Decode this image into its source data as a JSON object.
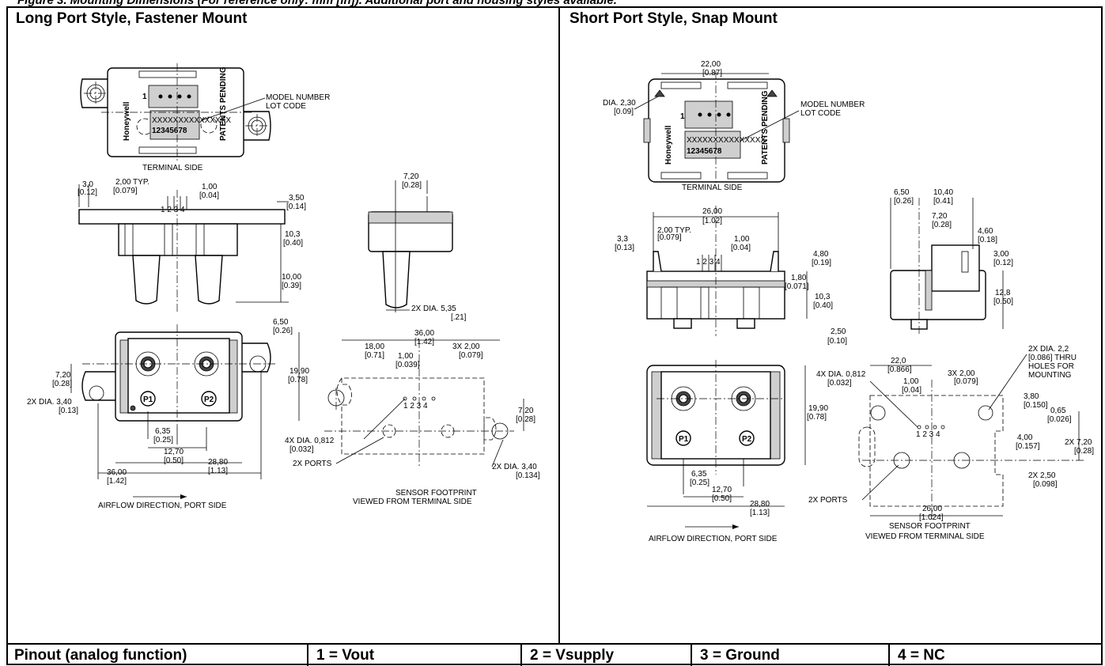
{
  "figure_caption": "Figure 3. Mounting Dimensions (For reference only: mm [in]). Additional port and housing styles available.",
  "left_panel": {
    "title": "Long Port Style, Fastener Mount",
    "labels": {
      "model_number": "MODEL NUMBER",
      "lot_code": "LOT CODE",
      "terminal_side": "TERMINAL SIDE",
      "airflow": "AIRFLOW DIRECTION, PORT SIDE",
      "footprint_1": "SENSOR FOOTPRINT",
      "footprint_2": "VIEWED FROM TERMINAL SIDE",
      "ports": "2X PORTS",
      "brand": "Honeywell",
      "patents": "PATENTS PENDING",
      "serial_x": "XXXXXXXXXXXXXXX",
      "serial_n": "12345678",
      "p1": "P1",
      "p2": "P2"
    },
    "dims": {
      "d3_0": "3,0",
      "d3_0_in": "[0.12]",
      "d2_00typ": "2,00 TYP.",
      "d2_00typ_in": "[0.079]",
      "d1_00": "1,00",
      "d1_00_in": "[0.04]",
      "d3_50": "3,50",
      "d3_50_in": "[0.14]",
      "d10_3": "10,3",
      "d10_3_in": "[0.40]",
      "d10_00": "10,00",
      "d10_00_in": "[0.39]",
      "d7_20top": "7,20",
      "d7_20top_in": "[0.28]",
      "d2xdia5_35": "2X DIA. 5,35",
      "d2xdia5_35_in": "[.21]",
      "d6_50": "6,50",
      "d6_50_in": "[0.26]",
      "d19_90": "19,90",
      "d19_90_in": "[0.78]",
      "d7_20": "7,20",
      "d7_20_in": "[0.28]",
      "d2xdia3_40": "2X DIA. 3,40",
      "d2xdia3_40_in": "[0.13]",
      "d6_35": "6,35",
      "d6_35_in": "[0.25]",
      "d12_70": "12,70",
      "d12_70_in": "[0.50]",
      "d28_80": "28,80",
      "d28_80_in": "[1.13]",
      "d36_00": "36,00",
      "d36_00_in": "[1.42]",
      "fp36_00": "36,00",
      "fp36_00_in": "[1.42]",
      "fp18_00": "18,00",
      "fp18_00_in": "[0.71]",
      "fp1_00": "1,00",
      "fp1_00_in": "[0.039]",
      "fp3x2_00": "3X 2,00",
      "fp3x2_00_in": "[0.079]",
      "fp7_20": "7,20",
      "fp7_20_in": "[0.28]",
      "fp4xdia": "4X DIA. 0,812",
      "fp4xdia_in": "[0.032]",
      "fp2xdia3_40": "2X DIA. 3,40",
      "fp2xdia3_40_in": "[0.134]"
    }
  },
  "right_panel": {
    "title": "Short Port Style, Snap Mount",
    "labels": {
      "model_number": "MODEL NUMBER",
      "lot_code": "LOT CODE",
      "terminal_side": "TERMINAL SIDE",
      "airflow": "AIRFLOW DIRECTION, PORT SIDE",
      "footprint_1": "SENSOR FOOTPRINT",
      "footprint_2": "VIEWED FROM TERMINAL SIDE",
      "ports": "2X PORTS",
      "mounting_1": "2X DIA. 2,2",
      "mounting_2": "[0.086] THRU",
      "mounting_3": "HOLES FOR",
      "mounting_4": "MOUNTING"
    },
    "dims": {
      "d22_00": "22,00",
      "d22_00_in": "[0.87]",
      "ddia2_30": "DIA. 2,30",
      "ddia2_30_in": "[0.09]",
      "d26_00": "26,00",
      "d26_00_in": "[1.02]",
      "d2_00typ": "2,00 TYP.",
      "d2_00typ_in": "[0.079]",
      "d3_3": "3,3",
      "d3_3_in": "[0.13]",
      "d1_00": "1,00",
      "d1_00_in": "[0.04]",
      "d4_80": "4,80",
      "d4_80_in": "[0.19]",
      "d1_80": "1,80",
      "d1_80_in": "[0.071]",
      "d10_3": "10,3",
      "d10_3_in": "[0.40]",
      "d2_50": "2,50",
      "d2_50_in": "[0.10]",
      "s6_50": "6,50",
      "s6_50_in": "[0.26]",
      "s10_40": "10,40",
      "s10_40_in": "[0.41]",
      "s7_20": "7,20",
      "s7_20_in": "[0.28]",
      "s4_60": "4,60",
      "s4_60_in": "[0.18]",
      "s3_00": "3,00",
      "s3_00_in": "[0.12]",
      "s12_8": "12,8",
      "s12_8_in": "[0.50]",
      "b19_90": "19,90",
      "b19_90_in": "[0.78]",
      "b6_35": "6,35",
      "b6_35_in": "[0.25]",
      "b12_70": "12,70",
      "b12_70_in": "[0.50]",
      "b28_80": "28,80",
      "b28_80_in": "[1.13]",
      "fp22_0": "22,0",
      "fp22_0_in": "[0.866]",
      "fp1_00": "1,00",
      "fp1_00_in": "[0.04]",
      "fp3x2_00": "3X 2,00",
      "fp3x2_00_in": "[0.079]",
      "fp4xdia": "4X DIA. 0,812",
      "fp4xdia_in": "[0.032]",
      "fp3_80": "3,80",
      "fp3_80_in": "[0.150]",
      "fp0_65": "0,65",
      "fp0_65_in": "[0.026]",
      "fp4_00": "4,00",
      "fp4_00_in": "[0.157]",
      "fp2x7_20": "2X 7,20",
      "fp2x7_20_in": "[0.28]",
      "fp2x2_50": "2X 2,50",
      "fp2x2_50_in": "[0.098]",
      "fp26_00": "26,00",
      "fp26_00_in": "[1.024]"
    }
  },
  "pinout": {
    "label": "Pinout (analog function)",
    "pin1": "1 = Vout",
    "pin2": "2 = Vsupply",
    "pin3": "3 = Ground",
    "pin4": "4 = NC"
  }
}
